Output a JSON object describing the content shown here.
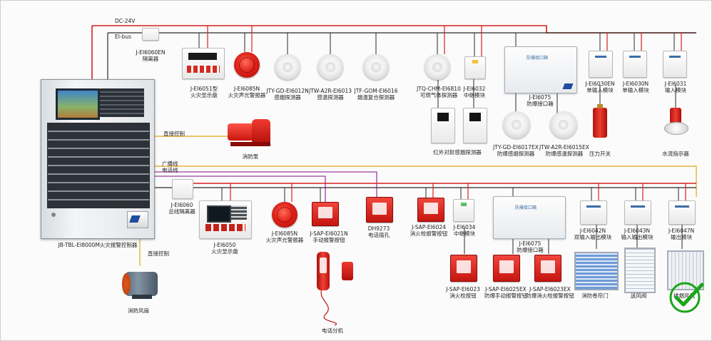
{
  "buses": {
    "dc24v": "DC-24V",
    "eibus": "EI-bus",
    "broadcast": "广播线",
    "phone": "电话线"
  },
  "controller": {
    "name": "JB-TBL-EI8000M火灾报警控制器"
  },
  "direct_control_1": "直接控制",
  "direct_control_2": "直接控制",
  "isolator_top": {
    "model": "J-EI6060EN",
    "name": "隔离器"
  },
  "isolator_bus": {
    "model": "J-EI6060",
    "name": "总线隔离器"
  },
  "top_devices": [
    {
      "model": "J-EI6051型",
      "name": "火灾显示盘"
    },
    {
      "model": "J-EI6085N",
      "name": "火灾声光警报器"
    },
    {
      "model": "JTY-GD-EI6012N",
      "name": "感烟探测器"
    },
    {
      "model": "JTW-A2R-EI6013",
      "name": "感温探测器"
    },
    {
      "model": "JTF-GOM-EI6016",
      "name": "烟温复合探测器"
    },
    {
      "model": "JTQ-CHM-EI6810",
      "name": "可燃气体探测器"
    },
    {
      "model": "J-EI6032",
      "name": "中继模块"
    },
    {
      "model": "J-EI6075",
      "name": "防爆接口箱"
    },
    {
      "model": "J-EI6030EN",
      "name": "单输入模块"
    },
    {
      "model": "J-EI6030N",
      "name": "单输入模块"
    },
    {
      "model": "J-EI6031",
      "name": "输入模块"
    }
  ],
  "top_sub": [
    {
      "name": "红外对射感烟探测器"
    },
    {
      "model": "JTY-GD-EI6017EX",
      "name": "防爆感烟探测器"
    },
    {
      "model": "JTW-A2R-EI6015EX",
      "name": "防爆感温探测器"
    },
    {
      "name": "压力开关"
    },
    {
      "name": "水流指示器"
    }
  ],
  "pump": {
    "name": "消防泵"
  },
  "fan": {
    "name": "消防风扇"
  },
  "bottom_devices": [
    {
      "model": "J-EI6050",
      "name": "火灾显示盘"
    },
    {
      "model": "J-EI6085N",
      "name": "火灾声光警报器"
    },
    {
      "model": "J-SAP-EI6021N",
      "name": "手动报警按钮"
    },
    {
      "model": "DH9273",
      "name": "电话插孔"
    },
    {
      "model": "J-SAP-EI6024",
      "name": "消火栓报警按钮"
    },
    {
      "model": "J-EI6034",
      "name": "中继模块"
    },
    {
      "model": "J-EI6075",
      "name": "防爆接口箱"
    },
    {
      "model": "J-EI6042N",
      "name": "双输入输出模块"
    },
    {
      "model": "J-EI6043N",
      "name": "输入输出模块"
    },
    {
      "model": "J-EI6047N",
      "name": "输出模块"
    }
  ],
  "bottom_sub": [
    {
      "model": "J-SAP-EI6023",
      "name": "消火栓按钮"
    },
    {
      "model": "J-SAP-EI6025EX",
      "name": "防爆手动报警按钮"
    },
    {
      "model": "J-SAP-EI6023EX",
      "name": "防爆消火栓报警按钮"
    },
    {
      "name": "消防卷帘门"
    },
    {
      "name": "送风阀"
    },
    {
      "name": "排烟风机"
    }
  ],
  "phone": {
    "name": "电话分机"
  },
  "box_label": "防爆接口箱",
  "colors": {
    "dc": "#d8201c",
    "eibus": "#2a2a2a",
    "broadcast": "#e3b43a",
    "phone": "#9a3ea0",
    "control": "#e3b43a",
    "check": "#1aa51a"
  }
}
